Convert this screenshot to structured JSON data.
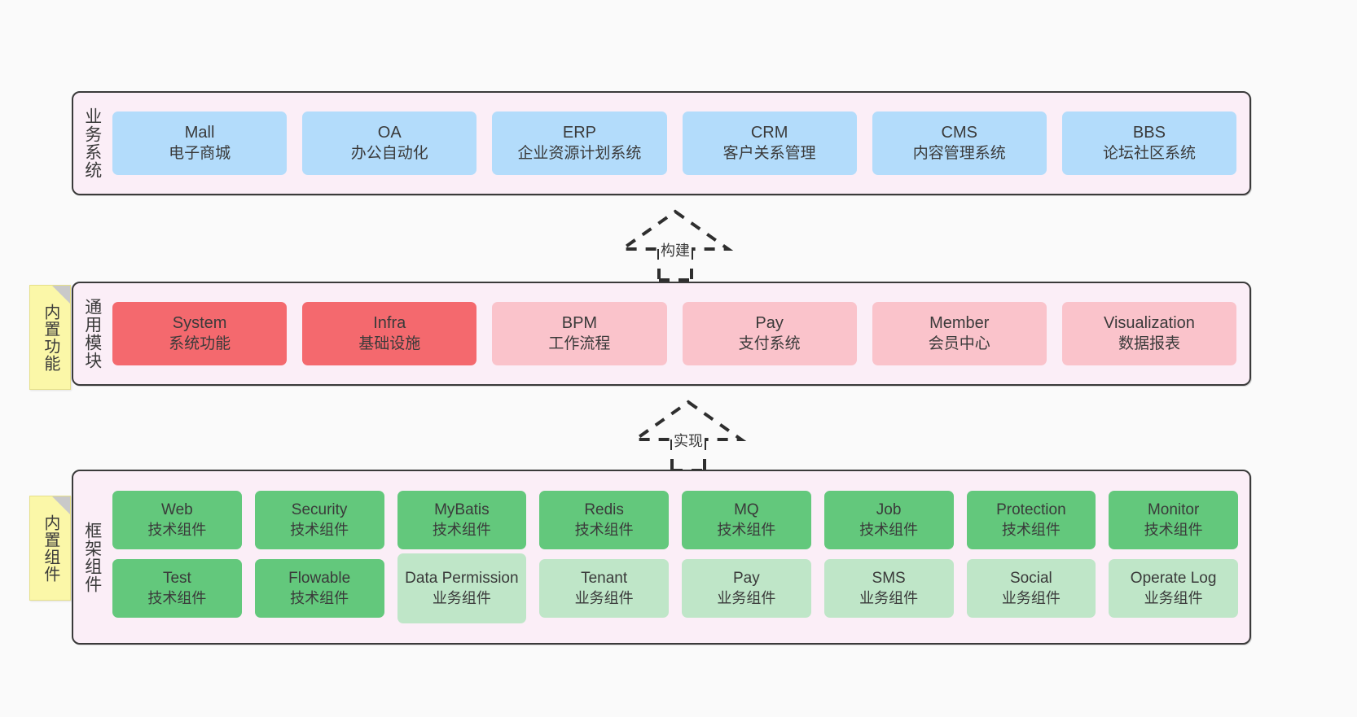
{
  "layers": {
    "business": {
      "title": "业务系统",
      "items": [
        {
          "en": "Mall",
          "cn": "电子商城"
        },
        {
          "en": "OA",
          "cn": "办公自动化"
        },
        {
          "en": "ERP",
          "cn": "企业资源计划系统"
        },
        {
          "en": "CRM",
          "cn": "客户关系管理"
        },
        {
          "en": "CMS",
          "cn": "内容管理系统"
        },
        {
          "en": "BBS",
          "cn": "论坛社区系统"
        }
      ]
    },
    "modules": {
      "title": "通用模块",
      "sticky": "内置功能",
      "items": [
        {
          "en": "System",
          "cn": "系统功能",
          "emphasis": "strong"
        },
        {
          "en": "Infra",
          "cn": "基础设施",
          "emphasis": "strong"
        },
        {
          "en": "BPM",
          "cn": "工作流程",
          "emphasis": "soft"
        },
        {
          "en": "Pay",
          "cn": "支付系统",
          "emphasis": "soft"
        },
        {
          "en": "Member",
          "cn": "会员中心",
          "emphasis": "soft"
        },
        {
          "en": "Visualization",
          "cn": "数据报表",
          "emphasis": "soft"
        }
      ]
    },
    "framework": {
      "title": "框架组件",
      "sticky": "内置组件",
      "row1": [
        {
          "en": "Web",
          "cn": "技术组件",
          "emphasis": "strong"
        },
        {
          "en": "Security",
          "cn": "技术组件",
          "emphasis": "strong"
        },
        {
          "en": "MyBatis",
          "cn": "技术组件",
          "emphasis": "strong"
        },
        {
          "en": "Redis",
          "cn": "技术组件",
          "emphasis": "strong"
        },
        {
          "en": "MQ",
          "cn": "技术组件",
          "emphasis": "strong"
        },
        {
          "en": "Job",
          "cn": "技术组件",
          "emphasis": "strong"
        },
        {
          "en": "Protection",
          "cn": "技术组件",
          "emphasis": "strong"
        },
        {
          "en": "Monitor",
          "cn": "技术组件",
          "emphasis": "strong"
        }
      ],
      "row2": [
        {
          "en": "Test",
          "cn": "技术组件",
          "emphasis": "strong"
        },
        {
          "en": "Flowable",
          "cn": "技术组件",
          "emphasis": "strong"
        },
        {
          "en": "Data Permission",
          "cn": "业务组件",
          "emphasis": "soft",
          "tall": true
        },
        {
          "en": "Tenant",
          "cn": "业务组件",
          "emphasis": "soft"
        },
        {
          "en": "Pay",
          "cn": "业务组件",
          "emphasis": "soft"
        },
        {
          "en": "SMS",
          "cn": "业务组件",
          "emphasis": "soft"
        },
        {
          "en": "Social",
          "cn": "业务组件",
          "emphasis": "soft"
        },
        {
          "en": "Operate Log",
          "cn": "业务组件",
          "emphasis": "soft"
        }
      ]
    }
  },
  "arrows": {
    "build": "构建",
    "implement": "实现"
  },
  "colors": {
    "background": "#fafafa",
    "layer_fill": "#fbeef7",
    "layer_border": "#3a3a3a",
    "business_card": "#b3dcfb",
    "module_strong": "#f4696e",
    "module_soft": "#fac3cb",
    "component_strong": "#63c87c",
    "component_soft": "#bfe6c8",
    "sticky_fill": "#fbf7a8",
    "sticky_fold": "#c9c9c9"
  }
}
